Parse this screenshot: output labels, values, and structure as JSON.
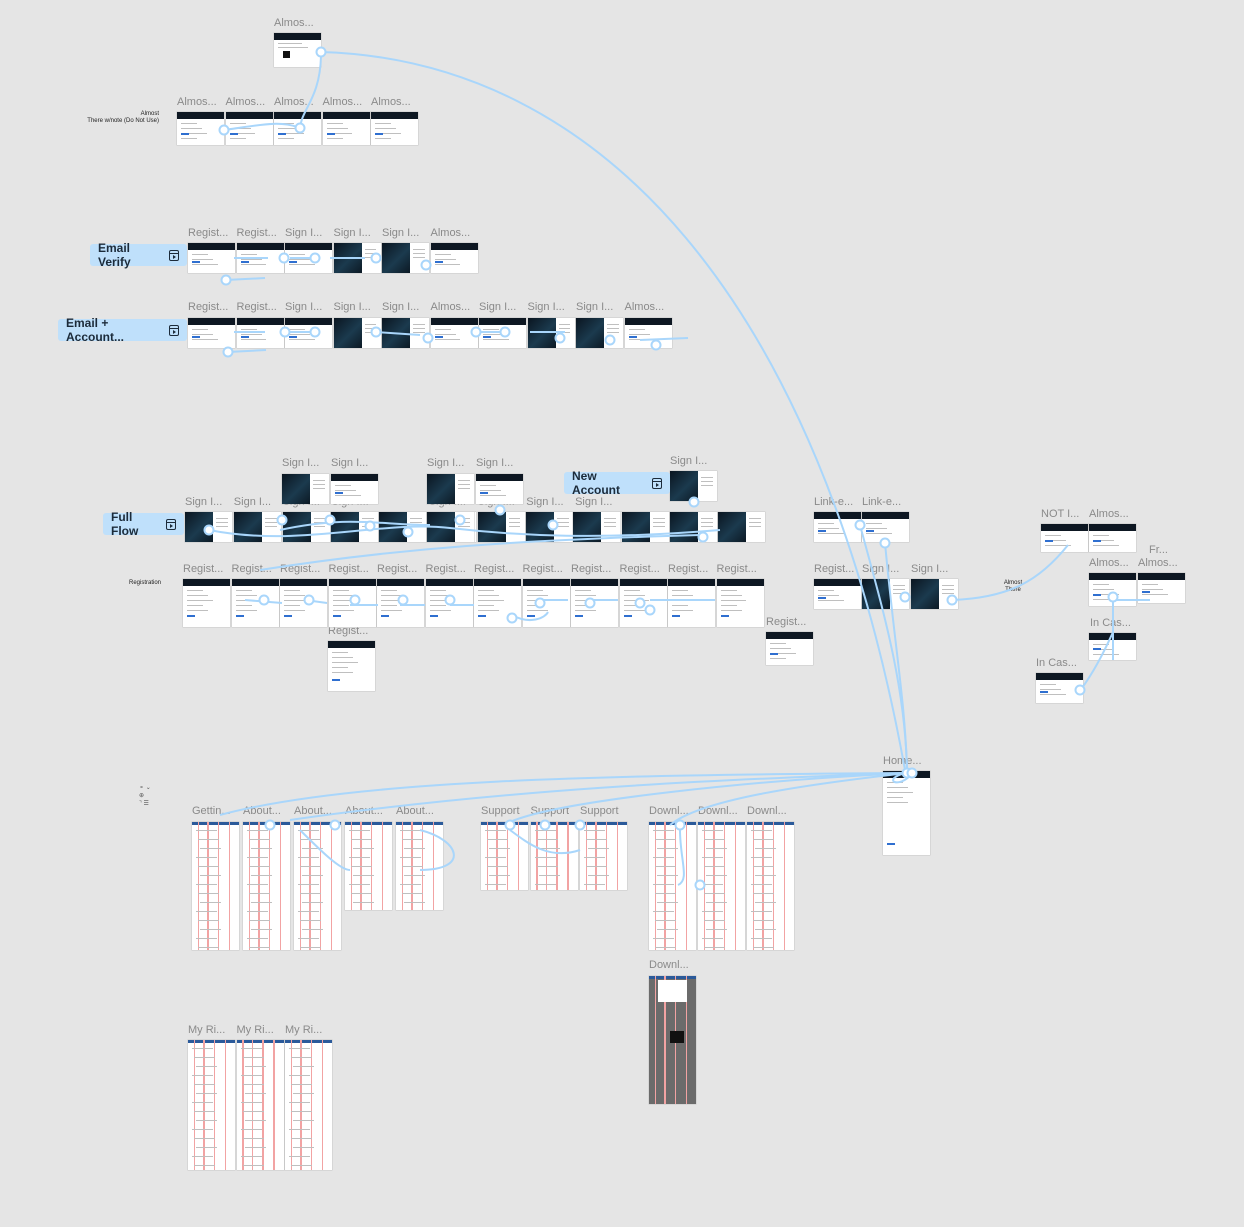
{
  "canvas": {
    "background": "#e5e5e5",
    "accent": "#bfe0fb",
    "wire_color": "#a9d6fb"
  },
  "section_labels": {
    "almost_there_note": [
      "Almost",
      "There w/note (Do Not Use)"
    ],
    "registration": "Registration",
    "almost_there": [
      "Almost",
      "There"
    ]
  },
  "flow_starts": {
    "email_verify": "Email Verify",
    "email_account": "Email + Account...",
    "full_flow": "Full Flow",
    "new_account": "New Account"
  },
  "frame_labels": {
    "top": "Almos...",
    "note_row": [
      "Almos...",
      "Almos...",
      "Almos...",
      "Almos...",
      "Almos..."
    ],
    "email_verify_row": [
      "Regist...",
      "Regist...",
      "Sign I...",
      "Sign I...",
      "Sign I...",
      "Almos..."
    ],
    "email_account_row": [
      "Regist...",
      "Regist...",
      "Sign I...",
      "Sign I...",
      "Sign I...",
      "Almos...",
      "Sign I...",
      "Sign I...",
      "Sign I...",
      "Almos..."
    ],
    "sign_upper": [
      "Sign I...",
      "Sign I...",
      "Sign I...",
      "Sign I...",
      "Sign I..."
    ],
    "full_flow_row": [
      "Sign I...",
      "Sign I...",
      "Sign I...",
      "Sign I...",
      "Sign I...",
      "Sign I...",
      "Sign I...",
      "Sign I..."
    ],
    "registration_row": [
      "Regist...",
      "Regist...",
      "Regist...",
      "Regist...",
      "Regist...",
      "Regist...",
      "Regist...",
      "Regist...",
      "Regist...",
      "Regist...",
      "Regist...",
      "Regist..."
    ],
    "regist_below": "Regist...",
    "regist_right": "Regist...",
    "link": [
      "Link-e...",
      "Link-e..."
    ],
    "mid_right": [
      "Regist...",
      "Sign I...",
      "Sign I..."
    ],
    "far_right": [
      "NOT I...",
      "Almos...",
      "Fr...",
      "Almos...",
      "Almos...",
      "In Cas...",
      "In Cas..."
    ],
    "home": "Home...",
    "about_row": [
      "Gettin...",
      "About...",
      "About...",
      "About...",
      "About..."
    ],
    "support_row": [
      "Support",
      "Support",
      "Support"
    ],
    "download_row": [
      "Downl...",
      "Downl...",
      "Downl..."
    ],
    "download_below": "Downl...",
    "my_rights": [
      "My Ri...",
      "My Ri...",
      "My Ri..."
    ]
  }
}
